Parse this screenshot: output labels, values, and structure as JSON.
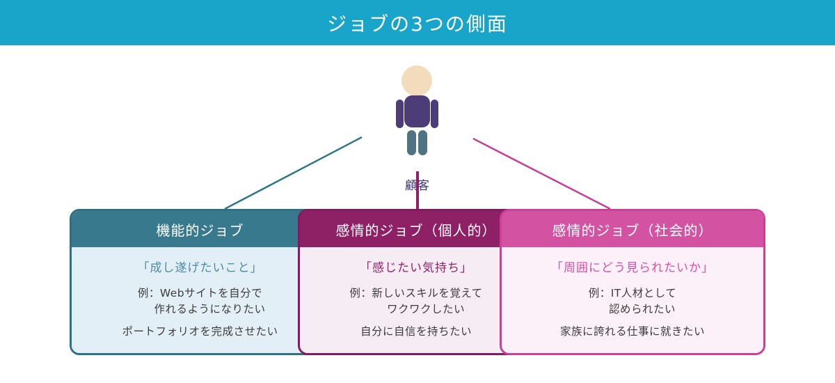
{
  "banner": {
    "title": "ジョブの3つの側面",
    "bg_color": "#19A4C9",
    "text_color": "#FFFFFF"
  },
  "person": {
    "label": "顧客",
    "label_color": "#3B3378",
    "head_color": "#F3DCBC",
    "torso_color": "#4C3D78",
    "legs_color": "#4E7484"
  },
  "connectors": [
    {
      "name": "line-to-functional-job",
      "color": "#2E7588"
    },
    {
      "name": "line-to-emotional-personal-job",
      "color": "#8E2166"
    },
    {
      "name": "line-to-emotional-social-job",
      "color": "#C73E96"
    }
  ],
  "cards": [
    {
      "title": "機能的ジョブ",
      "subtitle": "「成し遂げたいこと」",
      "example_lines": [
        "例：Webサイトを自分で",
        "作れるようになりたい",
        "ポートフォリオを完成させたい"
      ],
      "colors": {
        "header": "#39798E",
        "border": "#2E7083",
        "body_bg": "#E3EFF7",
        "accent": "#4A8CA3"
      }
    },
    {
      "title": "感情的ジョブ（個人的）",
      "subtitle": "「感じたい気持ち」",
      "example_lines": [
        "例：新しいスキルを覚えて",
        "ワクワクしたい",
        "自分に自信を持ちたい"
      ],
      "colors": {
        "header": "#8E2166",
        "border": "#84195D",
        "body_bg": "#F6EDF4",
        "accent": "#942069"
      }
    },
    {
      "title": "感情的ジョブ（社会的）",
      "subtitle": "「周囲にどう見られたいか」",
      "example_lines": [
        "例：IT人材として",
        "認められたい",
        "家族に誇れる仕事に就きたい"
      ],
      "colors": {
        "header": "#D353A2",
        "border": "#CB3F97",
        "body_bg": "#FCF1F8",
        "accent": "#D94FA3"
      }
    }
  ]
}
